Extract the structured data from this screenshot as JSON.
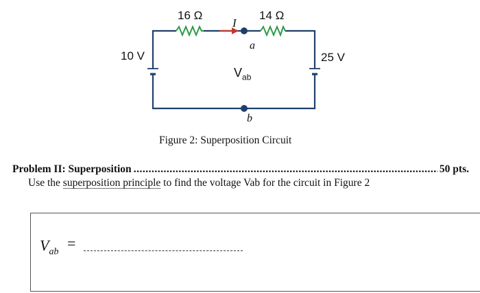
{
  "circuit": {
    "resistor_left": "16 Ω",
    "resistor_right": "14 Ω",
    "current_label": "I",
    "node_a": "a",
    "node_b": "b",
    "source_left": "10 V",
    "source_right": "25 V",
    "voltage_main": "V",
    "voltage_sub": "ab",
    "resistor_color": "#2e9a48",
    "arrow_color": "#c0392b",
    "wire_color": "#1f3f6b"
  },
  "figure": {
    "caption": "Figure 2: Superposition Circuit"
  },
  "problem": {
    "title": "Problem II: Superposition",
    "dots": "........................................................................................................",
    "points": "50 pts.",
    "desc_prefix": "Use the ",
    "desc_link": "superposition principle",
    "desc_suffix": " to find the voltage Vab for the circuit in Figure 2"
  },
  "answer": {
    "var_main": "V",
    "var_sub": "ab",
    "equals": "="
  }
}
